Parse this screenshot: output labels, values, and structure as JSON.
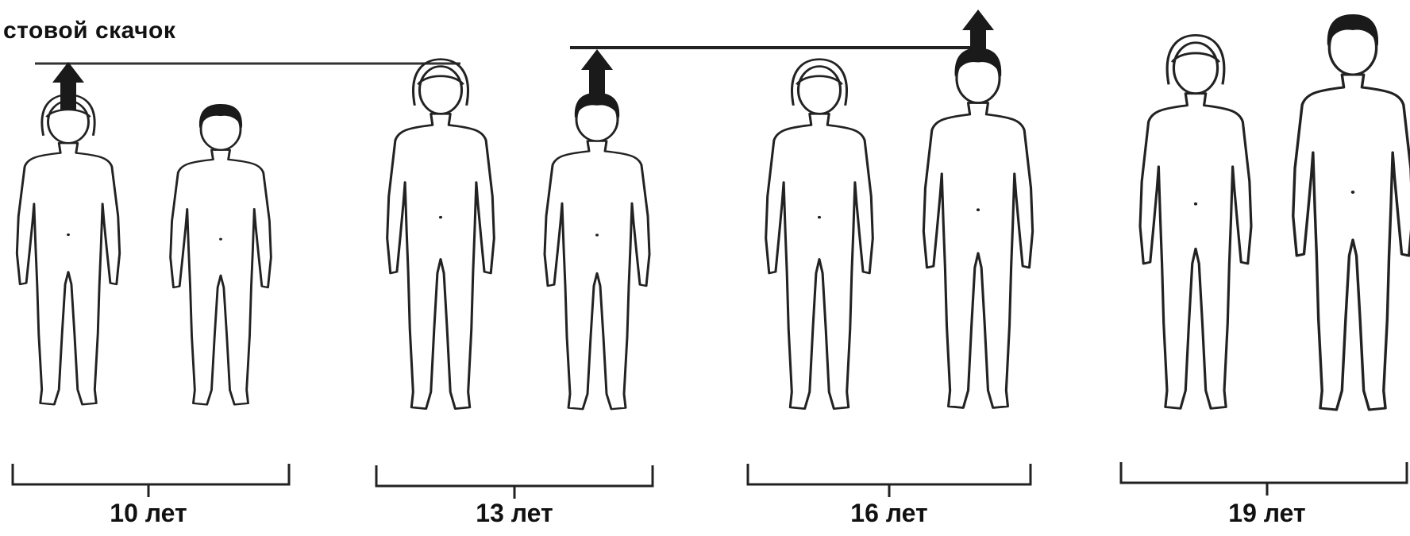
{
  "title": "стовой скачок",
  "age_groups": [
    {
      "label": "10 лет"
    },
    {
      "label": "13 лет"
    },
    {
      "label": "16 лет"
    },
    {
      "label": "19 лет"
    }
  ],
  "colors": {
    "ink": "#111111",
    "background": "#ffffff"
  }
}
